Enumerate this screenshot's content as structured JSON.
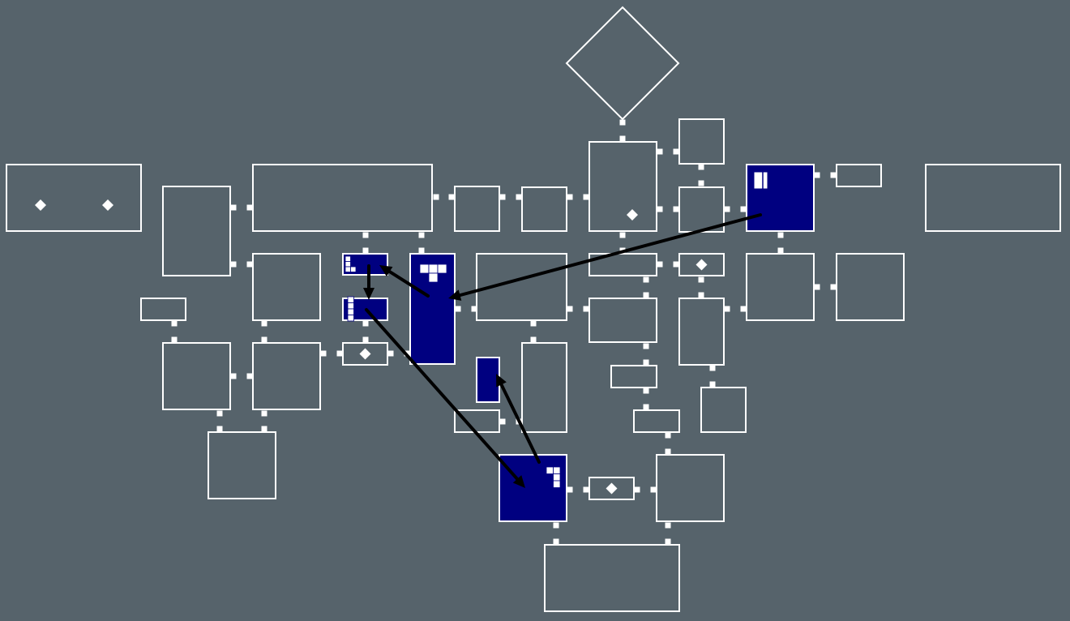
{
  "game": {
    "background_color": "#56636b",
    "room_outline_color": "#ffffff",
    "visited_room_color": "#000080",
    "arrow_color": "#000000",
    "rooms": [
      {
        "name": "entrance-diamond-room",
        "visited": false,
        "shape": "diamond"
      },
      {
        "name": "room-top-1",
        "visited": false
      },
      {
        "name": "room-top-2",
        "visited": false
      },
      {
        "name": "room-central-tall",
        "visited": false,
        "marker": "diamond-marker"
      },
      {
        "name": "room-east-corridor-1",
        "visited": false
      },
      {
        "name": "room-east-corridor-2",
        "visited": false
      },
      {
        "name": "room-long-north",
        "visited": false
      },
      {
        "name": "room-west-far",
        "visited": false,
        "marker": "double-diamond-marker"
      },
      {
        "name": "room-east-far",
        "visited": false
      },
      {
        "name": "room-west-1",
        "visited": false
      },
      {
        "name": "room-east-blue-large",
        "visited": true,
        "marker": "door-tile"
      },
      {
        "name": "room-east-small",
        "visited": false
      },
      {
        "name": "room-mid-1",
        "visited": false
      },
      {
        "name": "room-mid-small-blue-1",
        "visited": true,
        "marker": "l-tetromino"
      },
      {
        "name": "room-tall-blue",
        "visited": true,
        "marker": "t-tetromino"
      },
      {
        "name": "room-mid-2",
        "visited": false
      },
      {
        "name": "room-mid-3",
        "visited": false
      },
      {
        "name": "room-mid-4-diamond",
        "visited": false,
        "marker": "diamond-marker"
      },
      {
        "name": "room-east-3",
        "visited": false
      },
      {
        "name": "room-east-4",
        "visited": false
      },
      {
        "name": "room-small-west",
        "visited": false
      },
      {
        "name": "room-mid-small-blue-2",
        "visited": true,
        "marker": "i-tetromino"
      },
      {
        "name": "room-mid-5",
        "visited": false
      },
      {
        "name": "room-mid-6",
        "visited": false
      },
      {
        "name": "room-southwest-1",
        "visited": false
      },
      {
        "name": "room-southwest-2",
        "visited": false
      },
      {
        "name": "room-mid-small-diamond",
        "visited": false,
        "marker": "diamond-marker"
      },
      {
        "name": "room-narrow-blue",
        "visited": true
      },
      {
        "name": "room-south-tall",
        "visited": false
      },
      {
        "name": "room-south-small-1",
        "visited": false
      },
      {
        "name": "room-south-small-2",
        "visited": false
      },
      {
        "name": "room-south-small-3",
        "visited": false
      },
      {
        "name": "room-south-small-4",
        "visited": false
      },
      {
        "name": "room-southwest-3",
        "visited": false
      },
      {
        "name": "room-south-blue",
        "visited": true,
        "marker": "j-tetromino"
      },
      {
        "name": "room-south-diamond",
        "visited": false,
        "marker": "diamond-marker"
      },
      {
        "name": "room-south-east",
        "visited": false
      },
      {
        "name": "room-south-bottom",
        "visited": false
      }
    ],
    "arrows": [
      {
        "name": "arrow-east-to-tall"
      },
      {
        "name": "arrow-tall-to-small-1"
      },
      {
        "name": "arrow-small-1-to-small-2"
      },
      {
        "name": "arrow-small-2-to-south"
      },
      {
        "name": "arrow-south-to-narrow"
      }
    ]
  }
}
